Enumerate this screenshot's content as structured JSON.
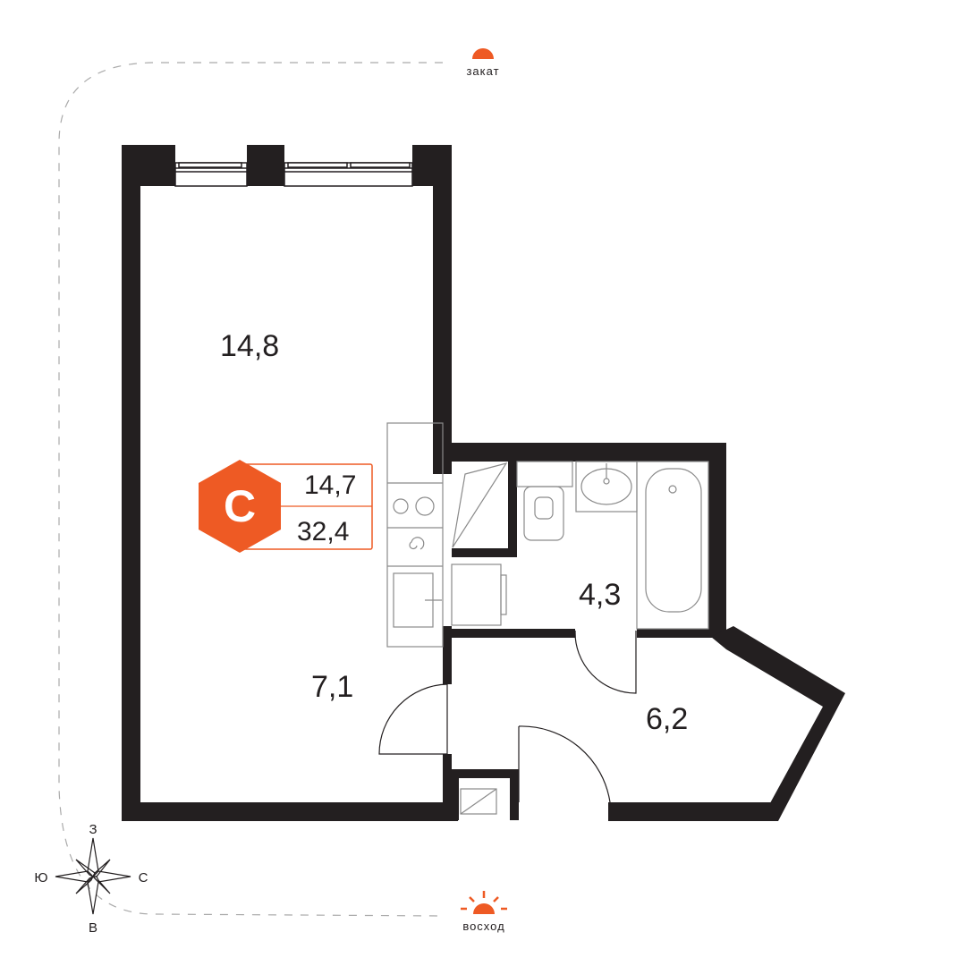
{
  "rooms": [
    {
      "id": "living",
      "area": "14,8"
    },
    {
      "id": "kitchen",
      "area": "7,1"
    },
    {
      "id": "bathroom",
      "area": "4,3"
    },
    {
      "id": "hall",
      "area": "6,2"
    }
  ],
  "badge": {
    "logo_letter": "C",
    "living_area": "14,7",
    "total_area": "32,4",
    "accent_color": "#ee5a24"
  },
  "sun": {
    "sunset_label": "закат",
    "sunrise_label": "восход",
    "color": "#ee5a24"
  },
  "compass": {
    "north": "З",
    "south": "В",
    "west": "Ю",
    "east": "С"
  },
  "colors": {
    "wall": "#231f20",
    "fixture_line": "#8a8a8a",
    "path_dash": "#aaaaaa"
  },
  "icons": [
    "compass-rose-icon",
    "sunset-icon",
    "sunrise-icon",
    "logo-icon"
  ]
}
